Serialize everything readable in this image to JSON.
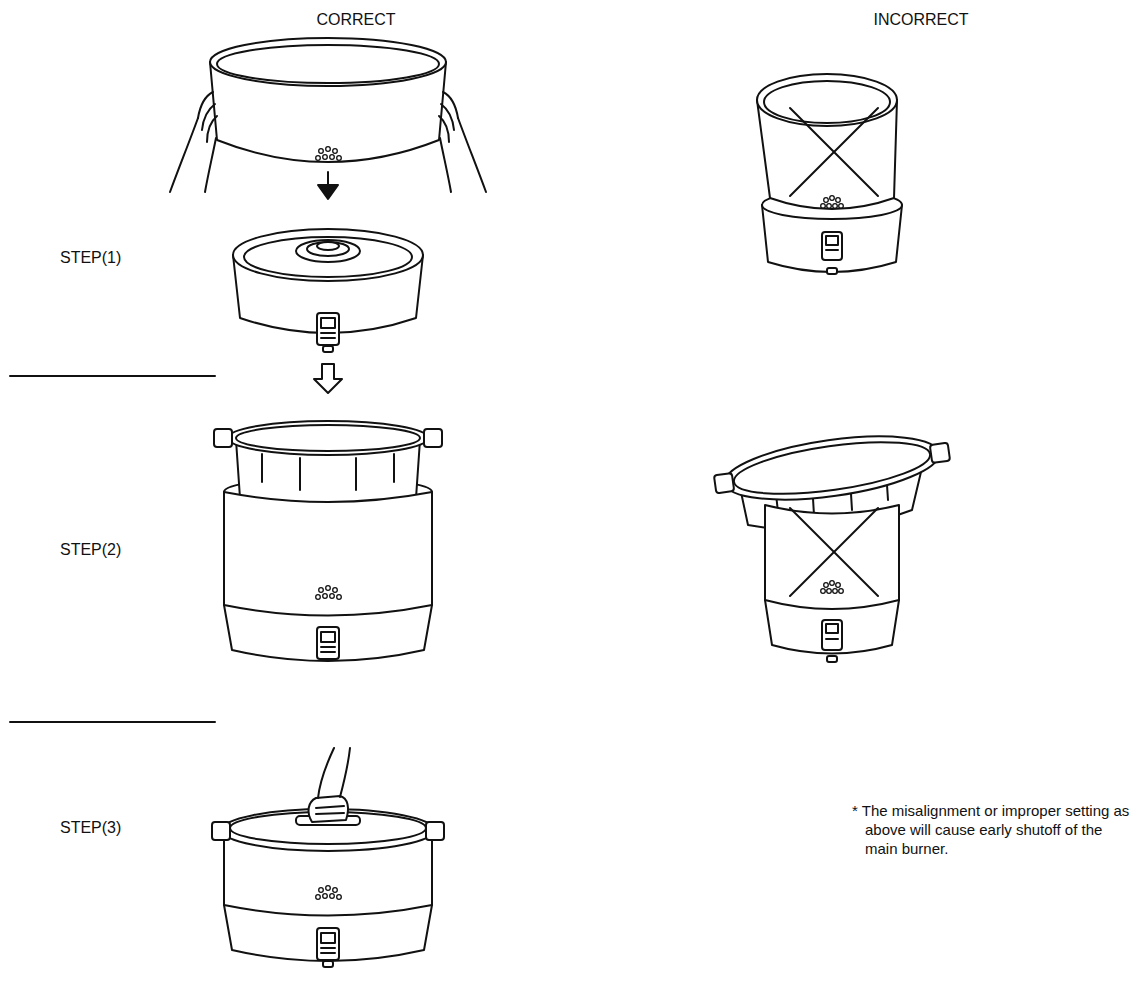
{
  "diagram": {
    "labels": [
      "CORRECT",
      "INCORRECT",
      "STEP(1)",
      "STEP(2)",
      "STEP(3)",
      "* The misalignment or improper setting as above will cause early shutoff of the main burner."
    ]
  }
}
